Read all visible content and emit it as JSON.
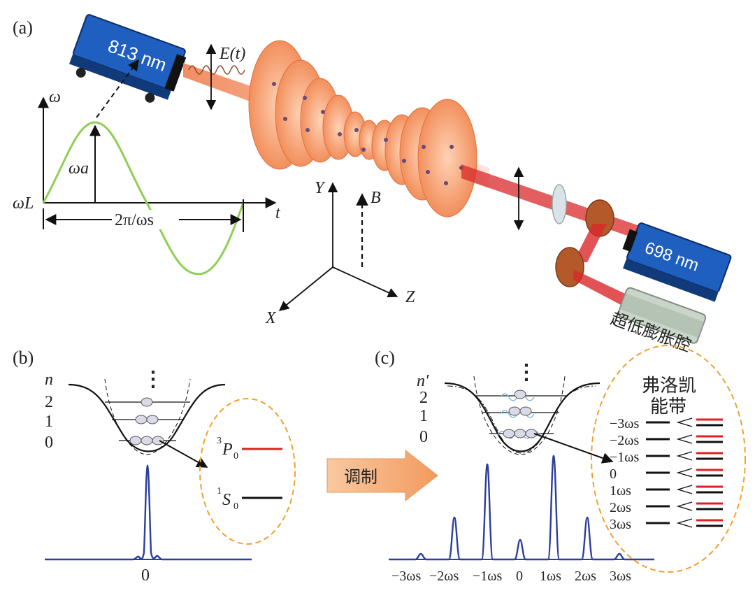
{
  "panel_a": {
    "label": "(a)",
    "laser_813": "813 nm",
    "laser_698": "698 nm",
    "field": "E(t)",
    "omega_axis": "ω",
    "time_axis": "t",
    "omega_a": "ωa",
    "omega_L": "ωL",
    "period": "2π/ωs",
    "axis_x": "X",
    "axis_y": "Y",
    "axis_z": "Z",
    "field_b": "B",
    "cavity": "超低膨胀腔"
  },
  "panel_b": {
    "label": "(b)",
    "n_label": "n",
    "levels": [
      "2",
      "1",
      "0"
    ],
    "dots": "⋮",
    "excited_state": "3P0",
    "ground_state": "1S0",
    "spectrum_tick": "0"
  },
  "modulation_arrow": "调制",
  "panel_c": {
    "label": "(c)",
    "n_label": "n′",
    "levels": [
      "2",
      "1",
      "0"
    ],
    "dots": "⋮",
    "floquet_title_1": "弗洛凯",
    "floquet_title_2": "能带",
    "floquet_levels": [
      "−3ωs",
      "−2ωs",
      "−1ωs",
      "0",
      "1ωs",
      "2ωs",
      "3ωs"
    ],
    "spectrum_ticks": [
      "−3ωs",
      "−2ωs",
      "−1ωs",
      "0",
      "1ωs",
      "2ωs",
      "3ωs"
    ]
  },
  "colors": {
    "laser_box": "#1f5fbf",
    "lattice": "#f39a6a",
    "beam_red": "#d9282a",
    "sine": "#8fcf55",
    "spectrum": "#2c3e9e",
    "dashed_oval": "#f0a030",
    "arrow_fill": "#f6b27e"
  }
}
